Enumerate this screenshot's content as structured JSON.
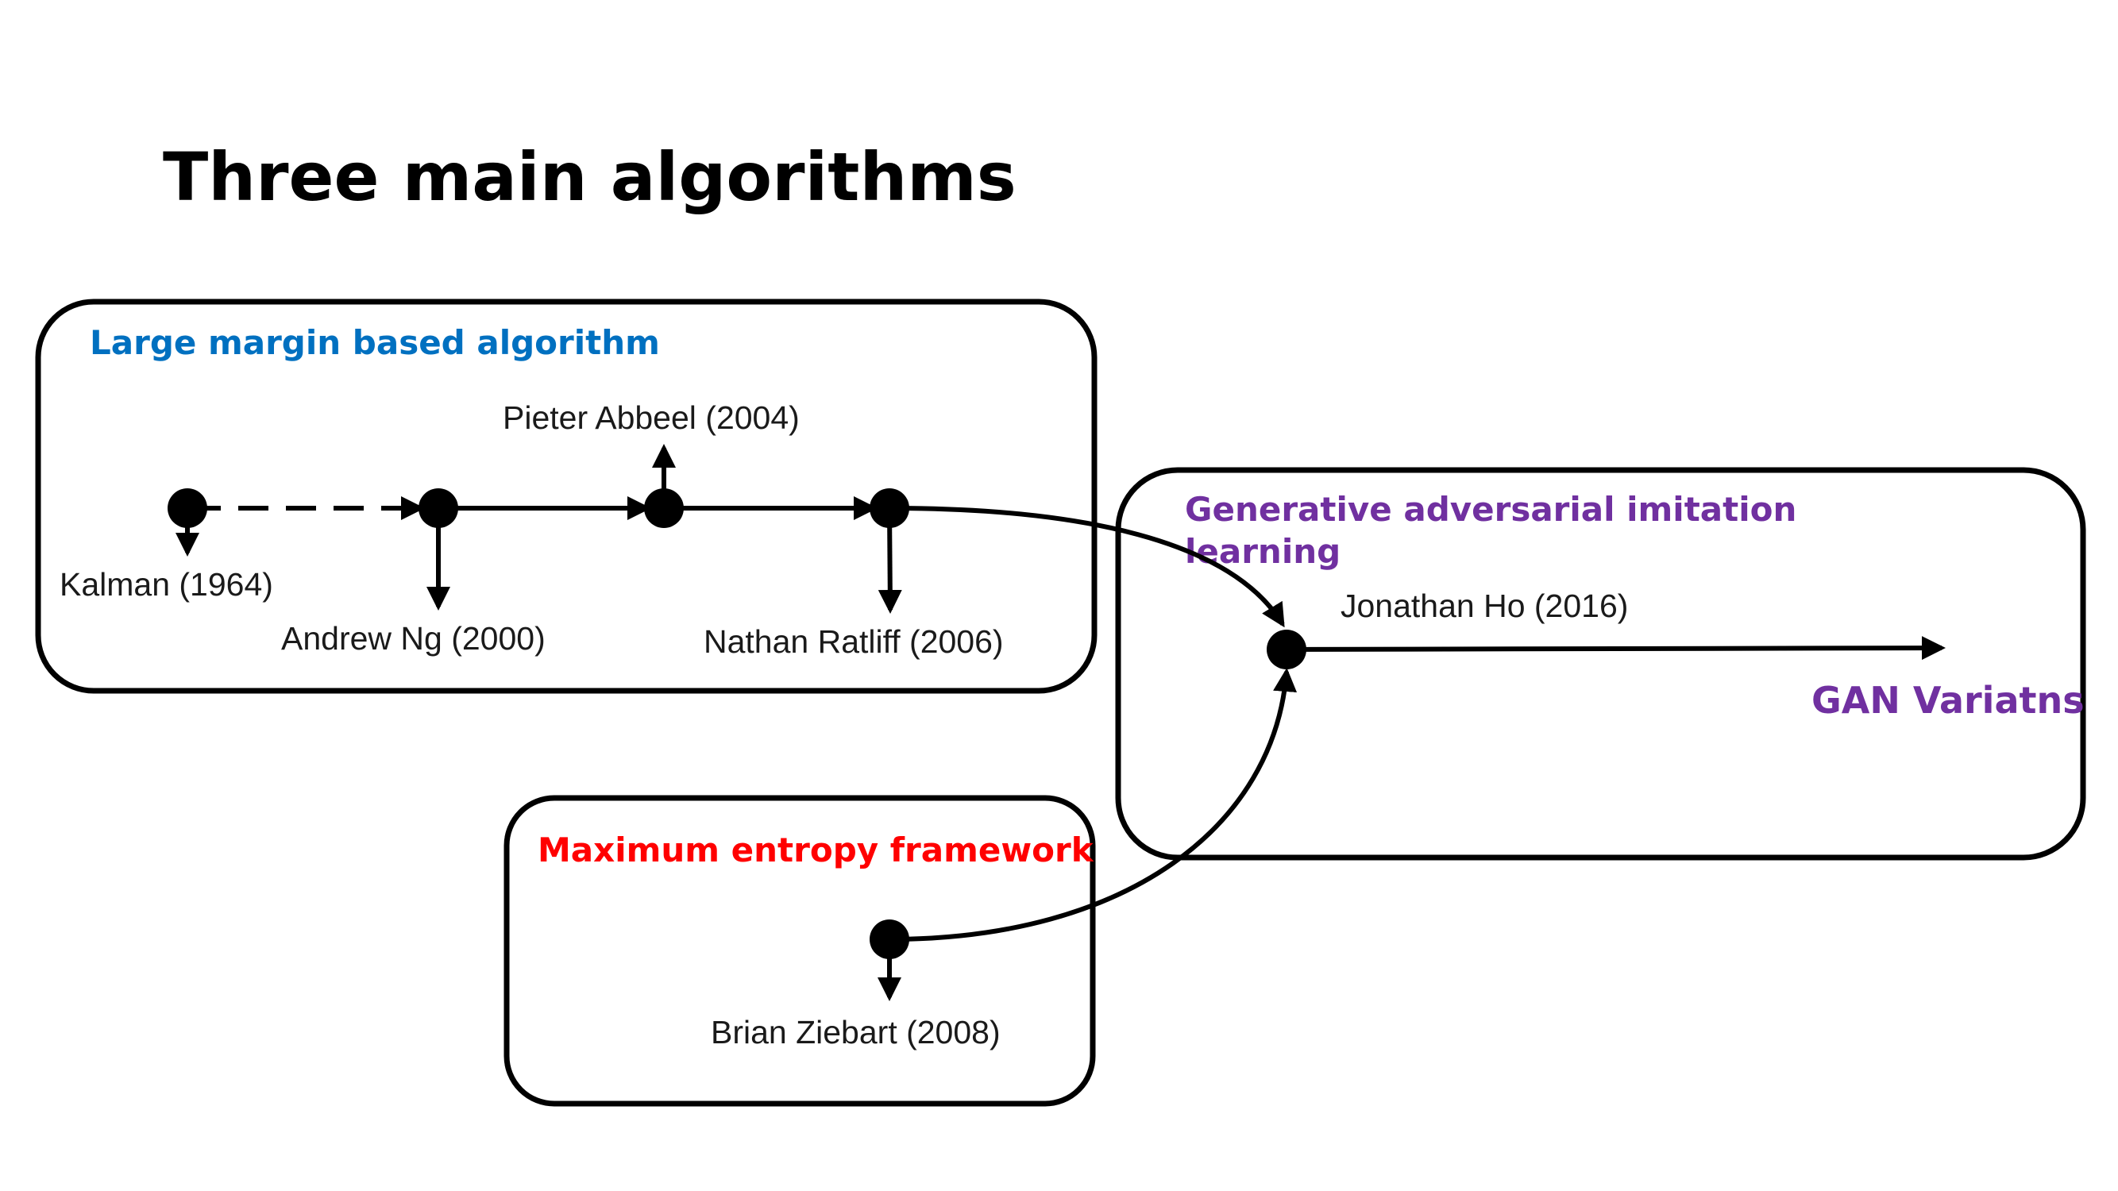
{
  "slide": {
    "title": "Three main algorithms"
  },
  "groups": {
    "large_margin": {
      "label": "Large margin based algorithm",
      "color": "#0070C0"
    },
    "max_entropy": {
      "label": "Maximum entropy framework",
      "color": "#FF0000"
    },
    "gail": {
      "label_line1": "Generative adversarial imitation",
      "label_line2": "learning",
      "color": "#7030A0"
    }
  },
  "people": {
    "kalman": "Kalman (1964)",
    "ng": "Andrew Ng (2000)",
    "abbeel": "Pieter Abbeel (2004)",
    "ratliff": "Nathan Ratliff (2006)",
    "ziebart": "Brian Ziebart (2008)",
    "ho": "Jonathan Ho (2016)"
  },
  "outcome": {
    "label": "GAN Variatns",
    "color": "#7030A0"
  }
}
